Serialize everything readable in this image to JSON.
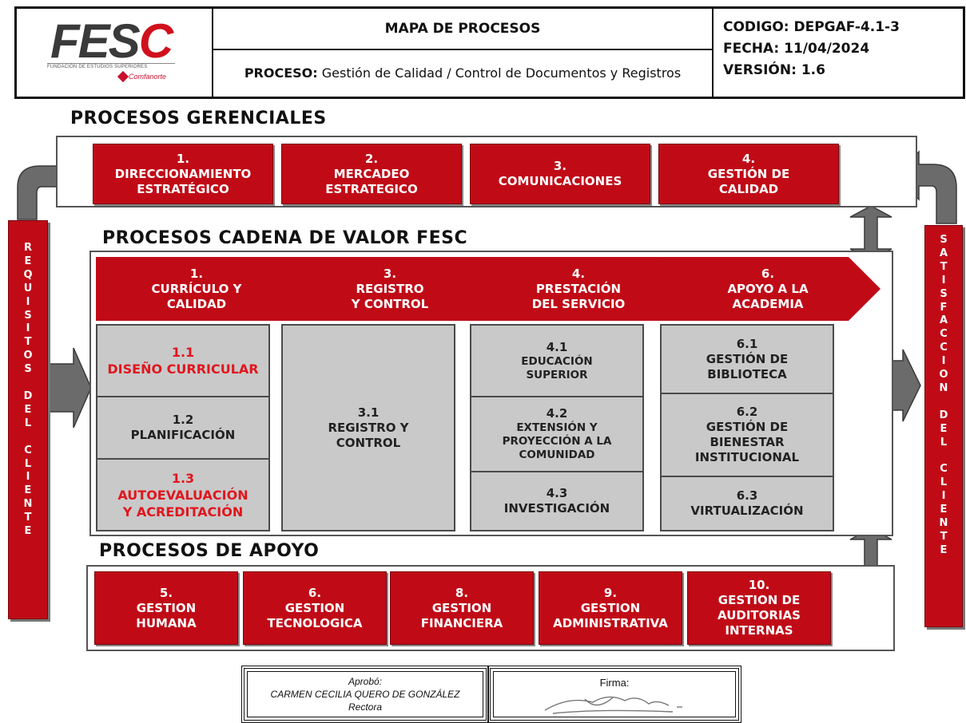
{
  "header": {
    "logo": {
      "name": "FESC",
      "tagline": "FUNDACIÓN DE ESTUDIOS SUPERIORES",
      "brand": "Comfanorte"
    },
    "title": "MAPA DE PROCESOS",
    "process_label": "PROCESO:",
    "process_value": "Gestión de Calidad / Control de Documentos  y Registros",
    "code": "CODIGO: DEPGAF-4.1-3",
    "date": "FECHA: 11/04/2024",
    "version": "VERSIÓN:  1.6"
  },
  "side_left": "REQUISITOS DEL CLIENTE",
  "side_right": "SATISFACCION DEL CLIENTE",
  "gerenciales": {
    "title": "PROCESOS GERENCIALES",
    "items": [
      {
        "num": "1.",
        "l1": "DIRECCIONAMIENTO",
        "l2": "ESTRATÉGICO"
      },
      {
        "num": "2.",
        "l1": "MERCADEO",
        "l2": "ESTRATEGICO"
      },
      {
        "num": "3.",
        "l1": "COMUNICACIONES",
        "l2": ""
      },
      {
        "num": "4.",
        "l1": "GESTIÓN DE",
        "l2": "CALIDAD"
      }
    ]
  },
  "cadena": {
    "title": "PROCESOS CADENA DE VALOR FESC",
    "chevrons": [
      {
        "num": "1.",
        "l1": "CURRÍCULO Y",
        "l2": "CALIDAD"
      },
      {
        "num": "3.",
        "l1": "REGISTRO",
        "l2": "Y CONTROL"
      },
      {
        "num": "4.",
        "l1": "PRESTACIÓN",
        "l2": "DEL SERVICIO"
      },
      {
        "num": "6.",
        "l1": "APOYO A  LA",
        "l2": "ACADEMIA"
      }
    ],
    "col1": [
      {
        "num": "1.1",
        "l1": "DISEÑO CURRICULAR",
        "l2": ""
      },
      {
        "num": "1.2",
        "l1": "PLANIFICACIÓN",
        "l2": ""
      },
      {
        "num": "1.3",
        "l1": "AUTOEVALUACIÓN",
        "l2": "Y ACREDITACIÓN"
      }
    ],
    "col2": {
      "num": "3.1",
      "l1": "REGISTRO Y",
      "l2": "CONTROL"
    },
    "col3": [
      {
        "num": "4.1",
        "l1": "EDUCACIÓN",
        "l2": "SUPERIOR",
        "l3": ""
      },
      {
        "num": "4.2",
        "l1": "EXTENSIÓN Y",
        "l2": "PROYECCIÓN A LA",
        "l3": "COMUNIDAD"
      },
      {
        "num": "4.3",
        "l1": "INVESTIGACIÓN",
        "l2": "",
        "l3": ""
      }
    ],
    "col4": [
      {
        "num": "6.1",
        "l1": "GESTIÓN DE",
        "l2": "BIBLIOTECA",
        "l3": ""
      },
      {
        "num": "6.2",
        "l1": "GESTIÓN DE",
        "l2": "BIENESTAR",
        "l3": "INSTITUCIONAL"
      },
      {
        "num": "6.3",
        "l1": "VIRTUALIZACIÓN",
        "l2": "",
        "l3": ""
      }
    ]
  },
  "apoyo": {
    "title": "PROCESOS DE APOYO",
    "items": [
      {
        "num": "5.",
        "l1": "GESTION",
        "l2": "HUMANA",
        "l3": ""
      },
      {
        "num": "6.",
        "l1": "GESTION",
        "l2": "TECNOLOGICA",
        "l3": ""
      },
      {
        "num": "8.",
        "l1": "GESTION",
        "l2": "FINANCIERA",
        "l3": ""
      },
      {
        "num": "9.",
        "l1": "GESTION",
        "l2": "ADMINISTRATIVA",
        "l3": ""
      },
      {
        "num": "10.",
        "l1": "GESTION DE",
        "l2": "AUDITORIAS",
        "l3": "INTERNAS"
      }
    ]
  },
  "footer": {
    "approved_label": "Aprobó:",
    "approved_name": "CARMEN  CECILIA QUERO DE GONZÁLEZ",
    "approved_role": "Rectora",
    "sign_label": "Firma:"
  },
  "colors": {
    "red": "#c00b17",
    "grey": "#c9c9c9",
    "arrow": "#6b6b6b",
    "highlight_text": "#e0161e"
  }
}
